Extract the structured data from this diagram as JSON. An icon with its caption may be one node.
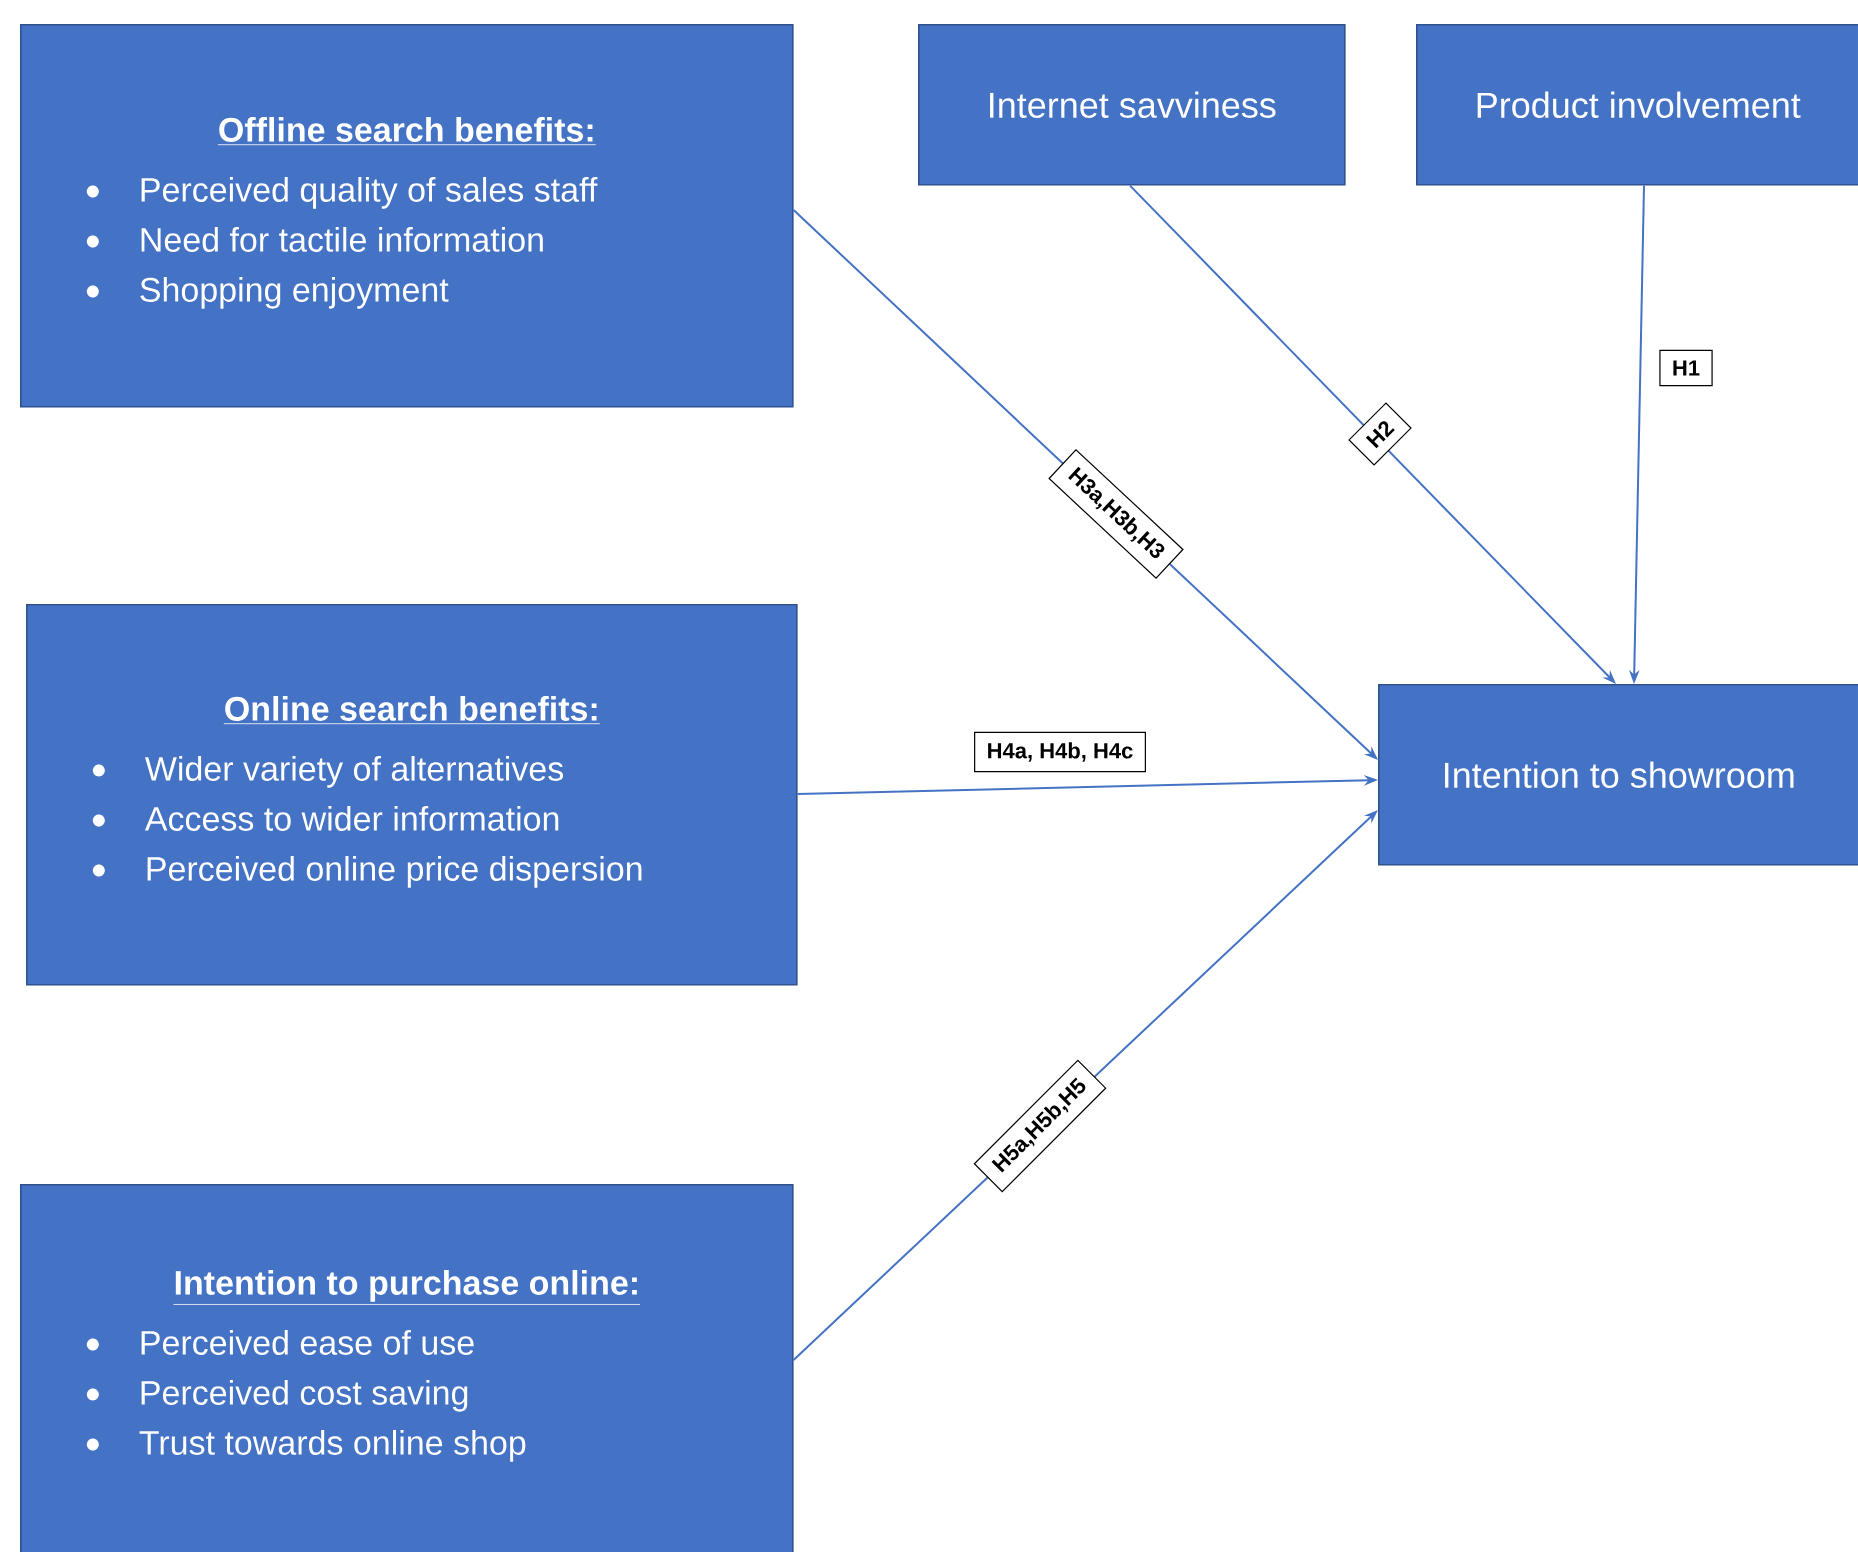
{
  "diagram": {
    "nodes": [
      {
        "text": [
          "Offline search benefits:",
          "Perceived quality of sales staff",
          "Need for tactile information",
          "Shopping enjoyment"
        ]
      },
      {
        "text": [
          "Internet savviness"
        ]
      },
      {
        "text": [
          "Product involvement"
        ]
      },
      {
        "text": [
          "Online search benefits:",
          "Wider variety of alternatives",
          "Access to wider information",
          "Perceived online price dispersion"
        ]
      },
      {
        "text": [
          "Intention to showroom"
        ]
      },
      {
        "text": [
          "Intention to purchase online:",
          "Perceived ease of use",
          "Perceived cost saving",
          "Trust towards online shop"
        ]
      }
    ],
    "edges": [
      {
        "from": 0,
        "to": 4,
        "arrow": "to",
        "label": "H3a,H3b,H3"
      },
      {
        "from": 1,
        "to": 4,
        "arrow": "to",
        "label": "H2"
      },
      {
        "from": 2,
        "to": 4,
        "arrow": "to",
        "label": "H1"
      },
      {
        "from": 3,
        "to": 4,
        "arrow": "to",
        "label": "H4a, H4b, H4c"
      },
      {
        "from": 5,
        "to": 4,
        "arrow": "to",
        "label": "H5a,H5b,H5"
      }
    ]
  }
}
